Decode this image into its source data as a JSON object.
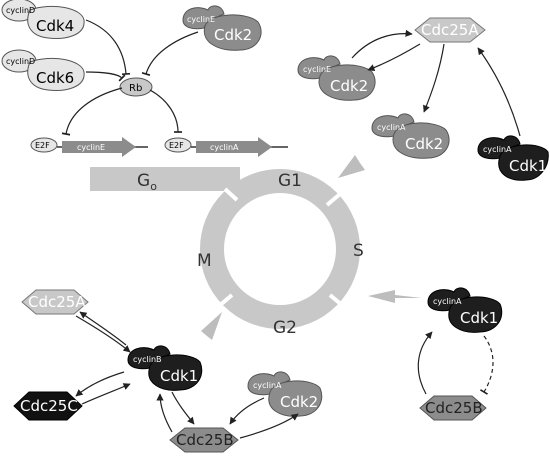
{
  "cycle": {
    "G0": "G",
    "G0_sub": "o",
    "G1": "G1",
    "S": "S",
    "G2": "G2",
    "M": "M"
  },
  "proteins": {
    "cdk4": {
      "big": "Cdk4",
      "small": "cyclinD"
    },
    "cdk6": {
      "big": "Cdk6",
      "small": "cyclinD"
    },
    "cdk2_e_top": {
      "big": "Cdk2",
      "small": "cyclinE"
    },
    "cdk2_e_right": {
      "big": "Cdk2",
      "small": "cyclinE"
    },
    "cdk2_a_right": {
      "big": "Cdk2",
      "small": "cyclinA"
    },
    "cdk1_a_right": {
      "big": "Cdk1",
      "small": "cyclinA"
    },
    "cdk1_a_lower": {
      "big": "Cdk1",
      "small": "cyclinA"
    },
    "cdk1_b": {
      "big": "Cdk1",
      "small": "cyclinB"
    },
    "cdk2_a_bottom": {
      "big": "Cdk2",
      "small": "cyclinA"
    }
  },
  "rb": "Rb",
  "e2f_1": "E2F",
  "e2f_2": "E2F",
  "gene_cycline": "cyclinE",
  "gene_cyclina": "cyclinA",
  "phosphatases": {
    "cdc25a_top": "Cdc25A",
    "cdc25a_left": "Cdc25A",
    "cdc25c": "Cdc25C",
    "cdc25b_bottom": "Cdc25B",
    "cdc25b_right": "Cdc25B"
  },
  "colors": {
    "light": "#e6e6e6",
    "mid": "#8c8c8c",
    "dark": "#1e1e1e",
    "cycle": "#c8c8c8",
    "arrow": "#bdbdbd"
  }
}
